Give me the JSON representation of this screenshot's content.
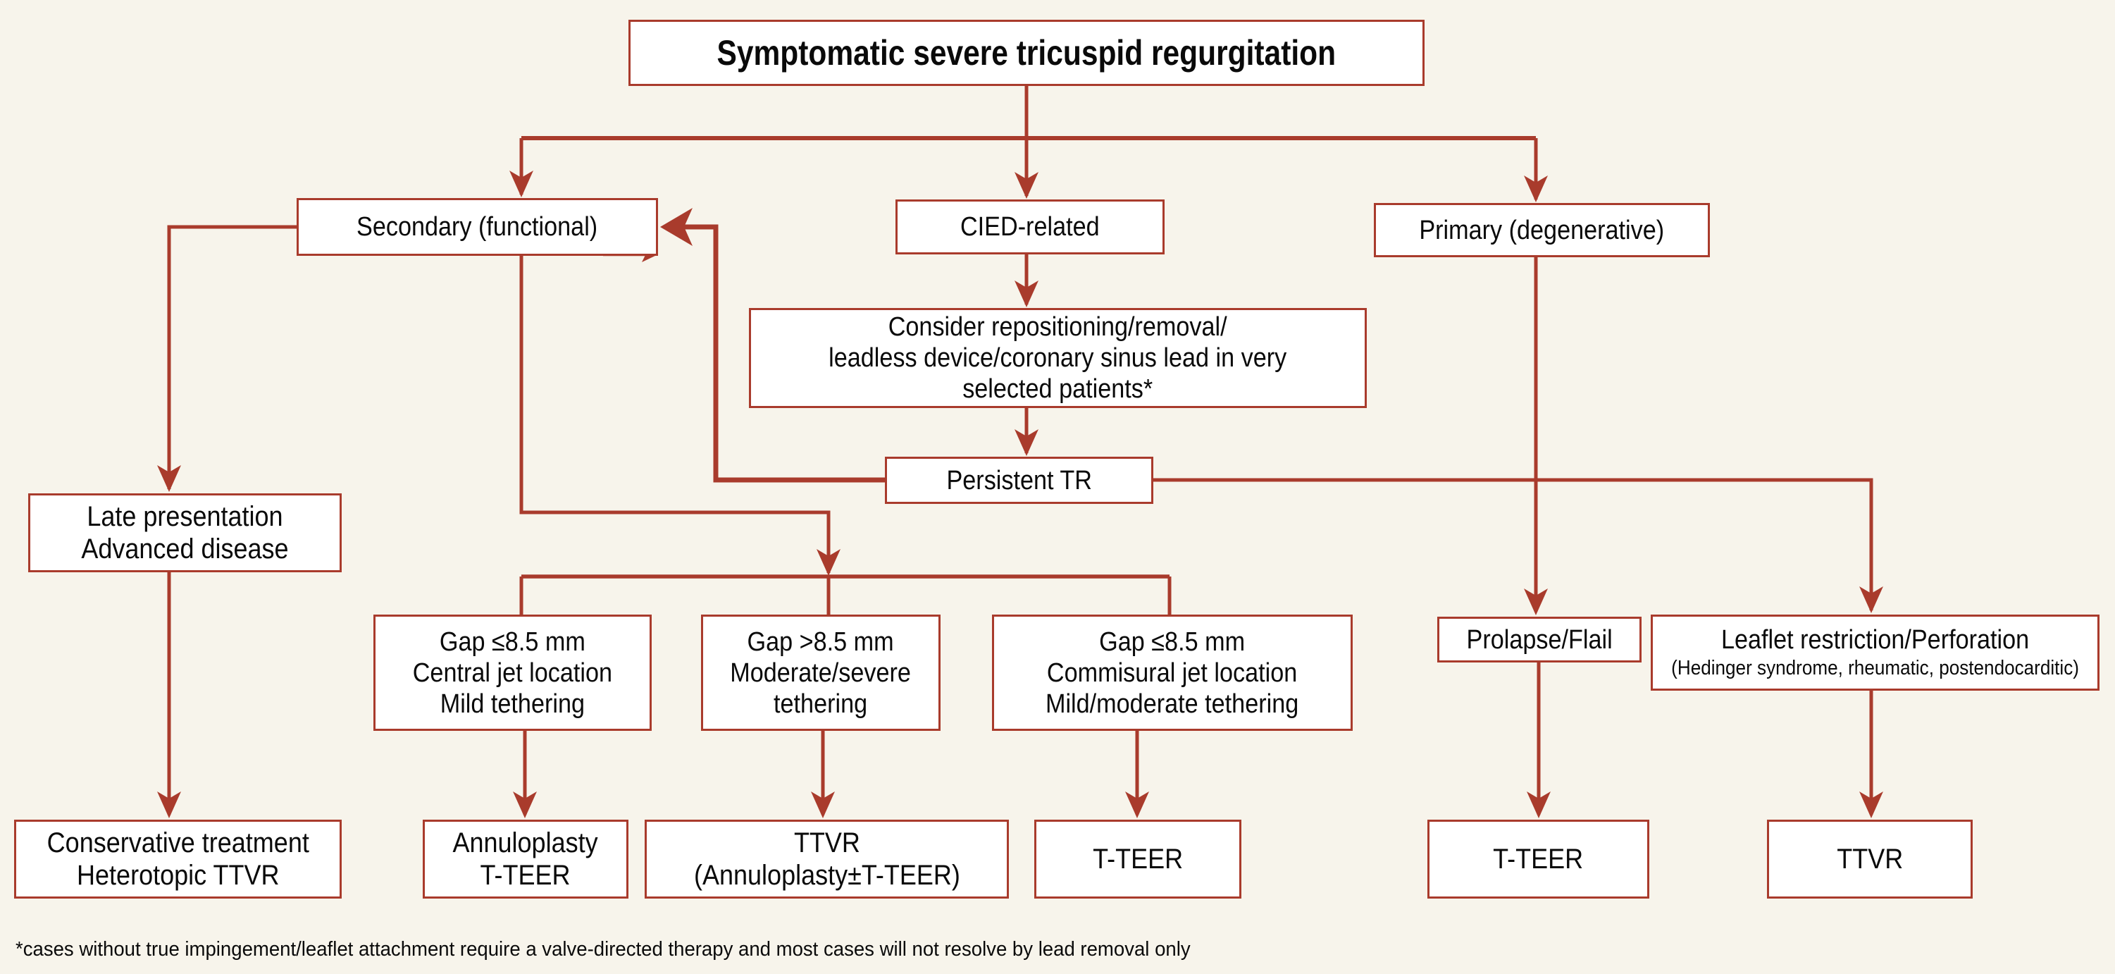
{
  "colors": {
    "accent": "#A93B2C",
    "background": "#F7F4EB",
    "box_fill": "#FFFFFF",
    "text": "#0A0A0A"
  },
  "title": {
    "text": "Symptomatic severe tricuspid regurgitation"
  },
  "boxes": {
    "secondary": {
      "label": "Secondary (functional)"
    },
    "cied": {
      "label": "CIED-related"
    },
    "primary": {
      "label": "Primary (degenerative)"
    },
    "consider": {
      "line1": "Consider repositioning/removal/",
      "line2": "leadless device/coronary sinus lead in very",
      "line3": "selected patients*"
    },
    "persistent": {
      "label": "Persistent TR"
    },
    "late": {
      "line1": "Late presentation",
      "line2": "Advanced disease"
    },
    "gap_central": {
      "line1": "Gap ≤8.5 mm",
      "line2": "Central jet location",
      "line3": "Mild tethering"
    },
    "gap_moderate": {
      "line1": "Gap >8.5 mm",
      "line2": "Moderate/severe",
      "line3": "tethering"
    },
    "gap_commisural": {
      "line1": "Gap ≤8.5 mm",
      "line2": "Commisural jet location",
      "line3": "Mild/moderate tethering"
    },
    "prolapse": {
      "label": "Prolapse/Flail"
    },
    "leaflet": {
      "label": "Leaflet restriction/Perforation",
      "sub": "(Hedinger syndrome, rheumatic, postendocarditic)"
    },
    "conservative": {
      "line1": "Conservative treatment",
      "line2": "Heterotopic TTVR"
    },
    "annuloplasty": {
      "line1": "Annuloplasty",
      "line2": "T-TEER"
    },
    "ttvr_mid": {
      "line1": "TTVR",
      "line2": "(Annuloplasty±T-TEER)"
    },
    "tteer_mid": {
      "label": "T-TEER"
    },
    "tteer_right": {
      "label": "T-TEER"
    },
    "ttvr_right": {
      "label": "TTVR"
    }
  },
  "footnote": {
    "text": "*cases without true impingement/leaflet attachment require a valve-directed therapy and most cases will not resolve by lead removal only"
  }
}
